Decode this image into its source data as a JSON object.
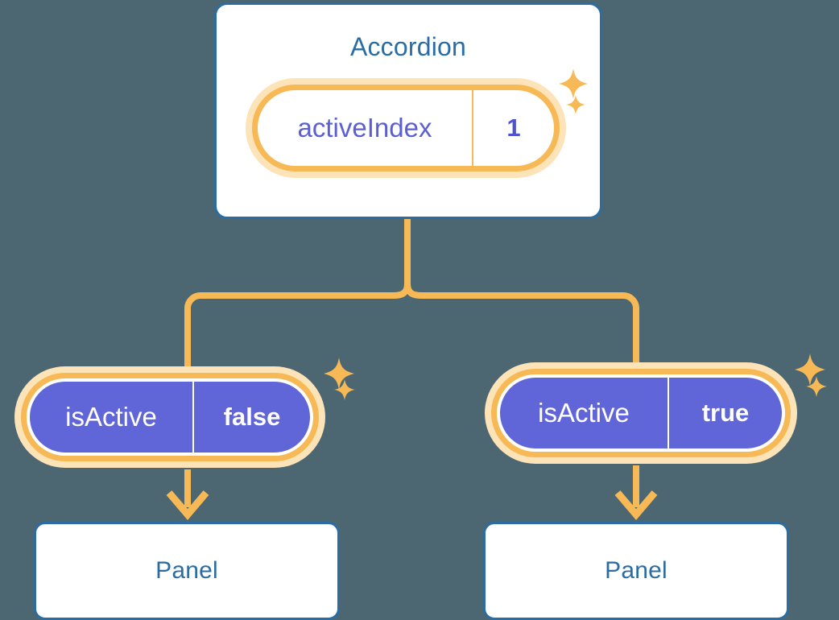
{
  "theme": {
    "background": "#4c6672",
    "card_bg": "#ffffff",
    "card_border": "#2b6da3",
    "title_color": "#2b6da3",
    "pill_glow": "#fce3b8",
    "pill_border": "#f7b955",
    "pill_purple": "#6065d8",
    "value_purple": "#4e53cf",
    "connector": "#f7b955",
    "sparkle": "#f7b955"
  },
  "diagram": {
    "type": "component-tree",
    "root": {
      "title": "Accordion",
      "prop": {
        "key": "activeIndex",
        "value": "1"
      }
    },
    "children": [
      {
        "prop": {
          "key": "isActive",
          "value": "false"
        },
        "title": "Panel"
      },
      {
        "prop": {
          "key": "isActive",
          "value": "true"
        },
        "title": "Panel"
      }
    ]
  },
  "icons": {
    "sparkle_large": "sparkle-four-point-large",
    "sparkle_small": "sparkle-four-point-small",
    "arrow_down": "arrow-down-icon"
  }
}
